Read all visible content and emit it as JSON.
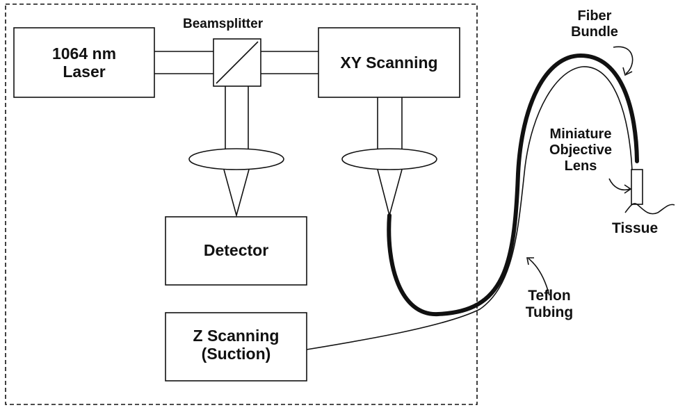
{
  "colors": {
    "stroke": "#111111",
    "background": "#ffffff"
  },
  "boxes": {
    "laser": {
      "line1": "1064 nm",
      "line2": "Laser"
    },
    "xy_scanning": "XY Scanning",
    "detector": "Detector",
    "z_scanning": {
      "line1": "Z Scanning",
      "line2": "(Suction)"
    }
  },
  "labels": {
    "beamsplitter": "Beamsplitter",
    "fiber_bundle": {
      "line1": "Fiber",
      "line2": "Bundle"
    },
    "objective_lens": {
      "line1": "Miniature",
      "line2": "Objective",
      "line3": "Lens"
    },
    "tissue": "Tissue",
    "teflon_tubing": {
      "line1": "Teflon",
      "line2": "Tubing"
    }
  }
}
